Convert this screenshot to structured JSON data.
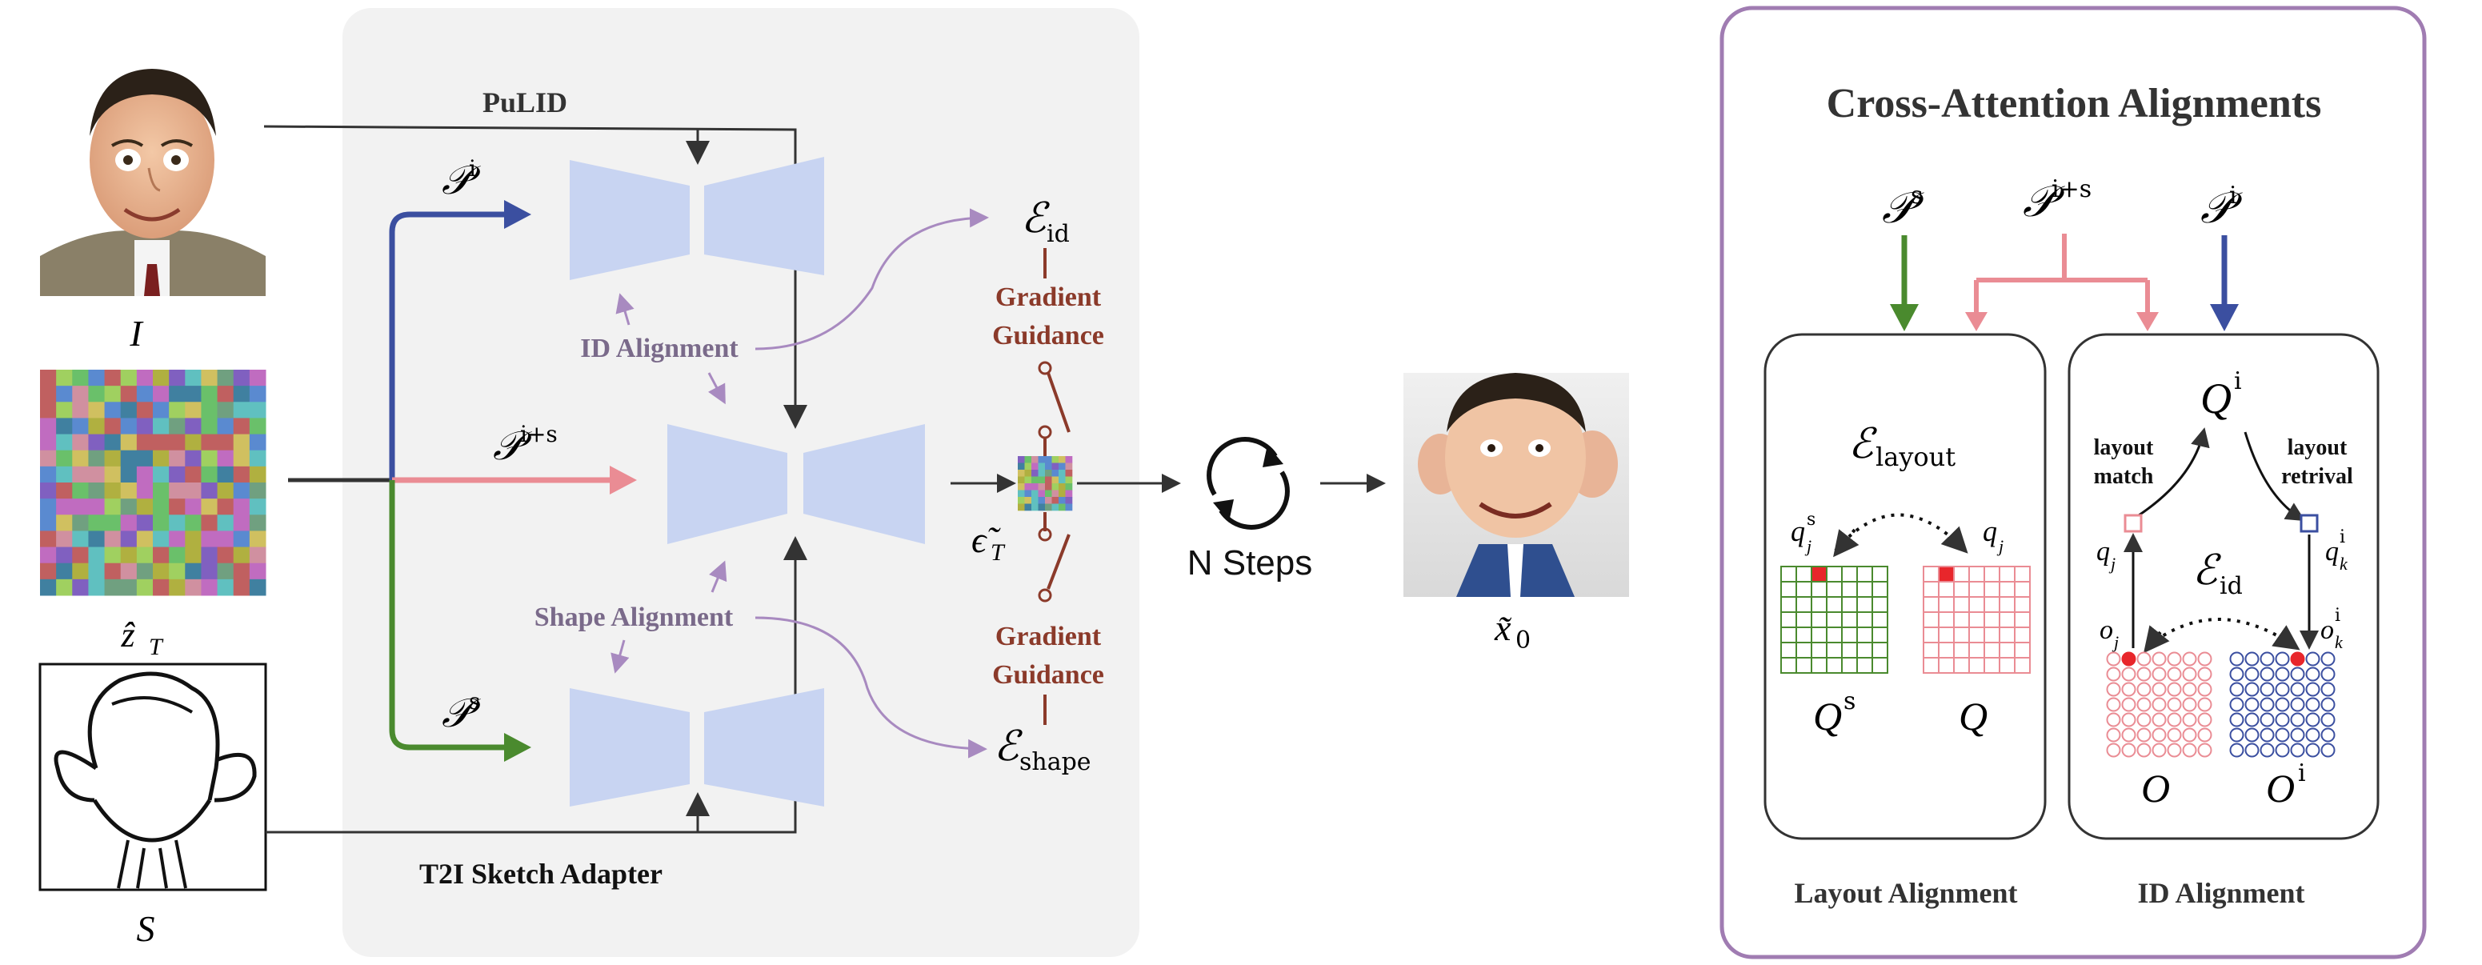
{
  "inputs": {
    "identity_image_label": "I",
    "noise_label": "ẑ",
    "noise_sub": "T",
    "sketch_label": "S"
  },
  "adapter": {
    "pulid_label": "PuLID",
    "t2i_label": "T2I Sketch Adapter",
    "id_alignment_label": "ID Alignment",
    "shape_alignment_label": "Shape Alignment",
    "prompt_id": "𝒫",
    "prompt_id_sup": "i",
    "prompt_both": "𝒫",
    "prompt_both_sup": "i+s",
    "prompt_shape": "𝒫",
    "prompt_shape_sup": "s"
  },
  "guidance": {
    "eid": "ℰ",
    "eid_sub": "id",
    "eshape": "ℰ",
    "eshape_sub": "shape",
    "gradient_top_line1": "Gradient",
    "gradient_top_line2": "Guidance",
    "gradient_bottom_line1": "Gradient",
    "gradient_bottom_line2": "Guidance",
    "eps_label": "ϵ̃",
    "eps_sub": "T"
  },
  "steps": {
    "label": "N Steps",
    "output_label": "x̃",
    "output_sub": "0"
  },
  "panel": {
    "title": "Cross-Attention Alignments",
    "ps": "𝒫",
    "ps_sup": "s",
    "pis": "𝒫",
    "pis_sup": "i+s",
    "pi": "𝒫",
    "pi_sup": "i",
    "layout": {
      "elayout": "ℰ",
      "elayout_sub": "layout",
      "qjs": "q",
      "qjs_sub": "j",
      "qjs_sup": "s",
      "qj": "q",
      "qj_sub": "j",
      "Qs": "Q",
      "Qs_sup": "s",
      "Q": "Q",
      "caption": "Layout Alignment"
    },
    "id": {
      "Qi": "Q",
      "Qi_sup": "i",
      "layout_match_1": "layout",
      "layout_match_2": "match",
      "layout_retrival_1": "layout",
      "layout_retrival_2": "retrival",
      "qj": "q",
      "qj_sub": "j",
      "qki": "q",
      "qki_sub": "k",
      "qki_sup": "i",
      "eid": "ℰ",
      "eid_sub": "id",
      "oj": "o",
      "oj_sub": "j",
      "oki": "o",
      "oki_sub": "k",
      "oki_sup": "i",
      "O": "O",
      "Oi": "O",
      "Oi_sup": "i",
      "caption": "ID Alignment"
    }
  },
  "colors": {
    "blue": "#3b4fa0",
    "pink": "#ea8c94",
    "green": "#4a8a2e",
    "purple": "#a88ac0",
    "brown": "#8b3a2a",
    "unet": "#c8d4f2",
    "panel_border": "#a07cb2"
  }
}
